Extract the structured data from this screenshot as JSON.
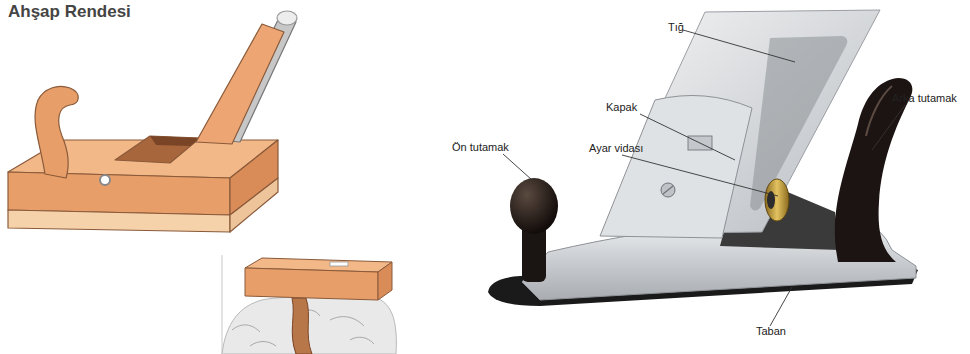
{
  "diagram": {
    "title": "Ahşap Rendesi",
    "labels": [
      "Tığ",
      "Kapak",
      "Ön tutamak",
      "Ayar vidası",
      "Arka tutamak",
      "Taban"
    ]
  }
}
